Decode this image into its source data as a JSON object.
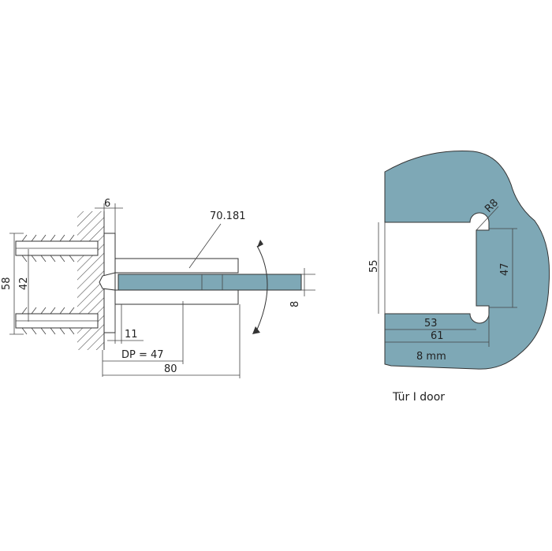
{
  "colors": {
    "glass": "#7ea8b6",
    "line": "#333333",
    "hatch": "#555555"
  },
  "clamp_view": {
    "part_number": "70.181",
    "dim_wall_gap": "6",
    "dim_outer_height": "58",
    "dim_inner_height": "42",
    "dim_glass_thickness": "8",
    "dim_small_offset": "11",
    "dim_depth": "DP = 47",
    "dim_total_length": "80"
  },
  "cutout_view": {
    "dim_radius": "R8",
    "dim_height": "55",
    "dim_inner_height": "47",
    "dim_width_inner": "53",
    "dim_width_outer": "61",
    "dim_glass": "8 mm",
    "caption": "Tür I door"
  }
}
